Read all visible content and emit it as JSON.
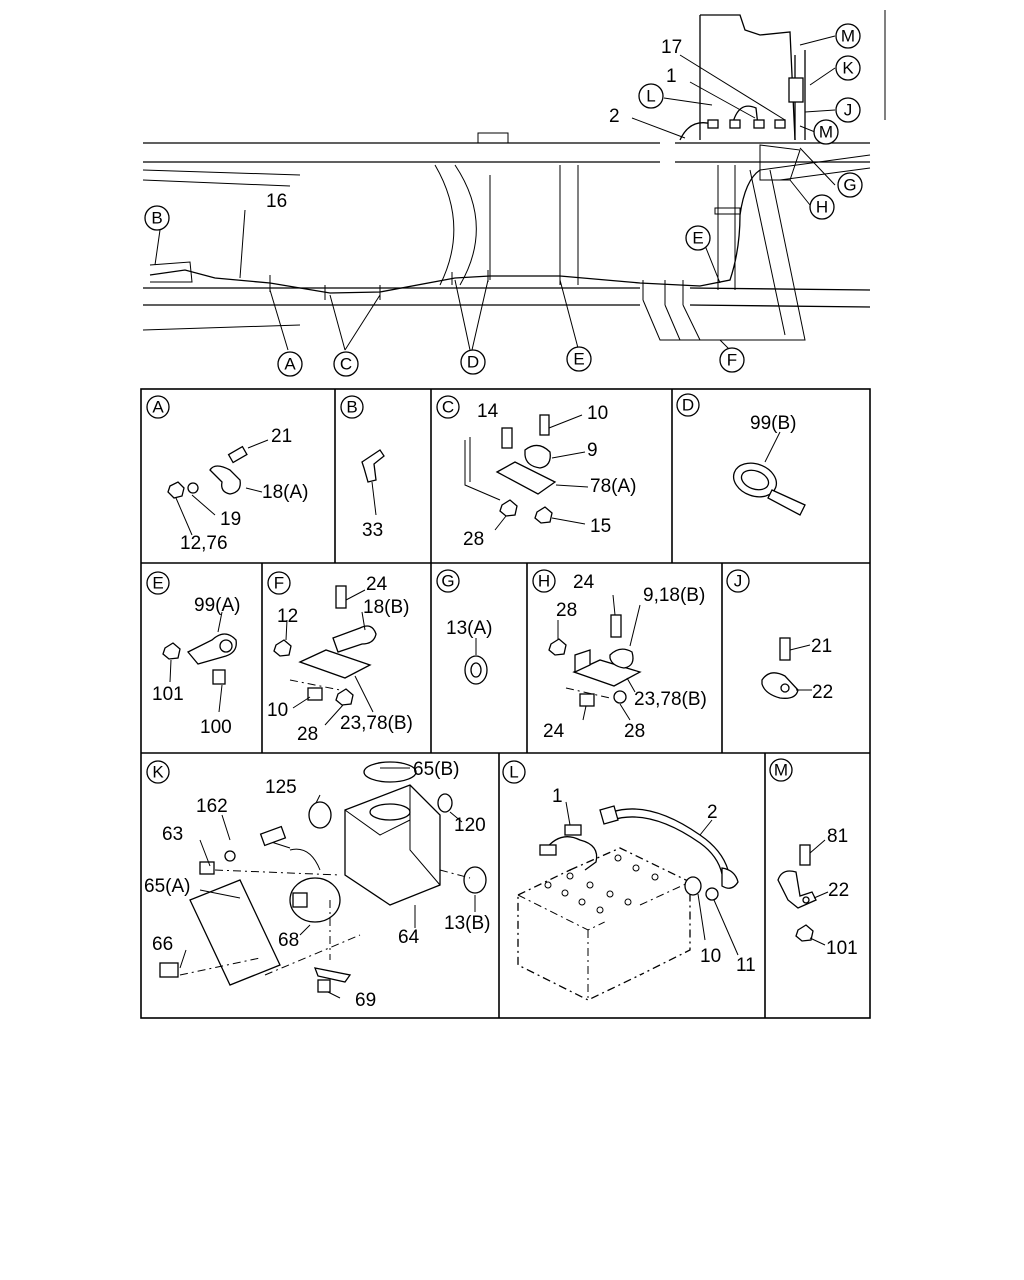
{
  "callouts": {
    "M_top": "M",
    "K_top": "K",
    "J_top": "J",
    "M_mid": "M",
    "L_top": "L",
    "G_top": "G",
    "H_top": "H",
    "B_left": "B",
    "E_mid": "E",
    "A_bot": "A",
    "C_bot": "C",
    "D_bot": "D",
    "E_bot": "E",
    "F_bot": "F"
  },
  "overview_labels": {
    "n17": "17",
    "n1": "1",
    "n2": "2",
    "n16": "16"
  },
  "panels": {
    "A": {
      "letter": "A",
      "labels": [
        "21",
        "18(A)",
        "19",
        "12,76"
      ]
    },
    "B": {
      "letter": "B",
      "labels": [
        "33"
      ]
    },
    "C": {
      "letter": "C",
      "labels": [
        "14",
        "10",
        "9",
        "78(A)",
        "28",
        "15"
      ]
    },
    "D": {
      "letter": "D",
      "labels": [
        "99(B)"
      ]
    },
    "E": {
      "letter": "E",
      "labels": [
        "99(A)",
        "101",
        "100"
      ]
    },
    "F": {
      "letter": "F",
      "labels": [
        "24",
        "18(B)",
        "12",
        "10",
        "28",
        "23,78(B)"
      ]
    },
    "G": {
      "letter": "G",
      "labels": [
        "13(A)"
      ]
    },
    "H": {
      "letter": "H",
      "labels": [
        "24",
        "28",
        "9,18(B)",
        "24",
        "23,78(B)",
        "28"
      ]
    },
    "J": {
      "letter": "J",
      "labels": [
        "21",
        "22"
      ]
    },
    "K": {
      "letter": "K",
      "labels": [
        "65(B)",
        "125",
        "162",
        "120",
        "63",
        "65(A)",
        "68",
        "64",
        "13(B)",
        "66",
        "69"
      ]
    },
    "L": {
      "letter": "L",
      "labels": [
        "1",
        "2",
        "10",
        "11"
      ]
    },
    "M": {
      "letter": "M",
      "labels": [
        "81",
        "22",
        "101"
      ]
    }
  }
}
